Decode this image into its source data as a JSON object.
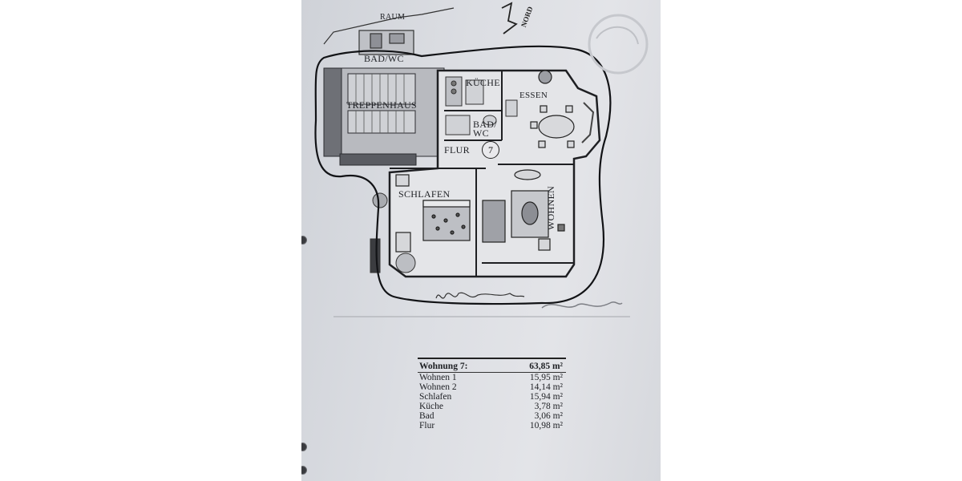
{
  "plan": {
    "rooms": {
      "bad_wc_top": "BAD/WC",
      "treppenhaus": "TREPPENHAUS",
      "kueche": "KÜCHE",
      "essen": "ESSEN",
      "bad_wc": "BAD/ WC",
      "flur": "FLUR",
      "schlafen": "SCHLAFEN",
      "wohnen": "WOHNEN"
    },
    "unit_number": "7",
    "north_label": "NORD",
    "partial_room_top": "RAUM"
  },
  "table": {
    "header_label": "Wohnung 7:",
    "header_area": "63,85 m²",
    "rows": [
      {
        "name": "Wohnen 1",
        "area": "15,95 m²"
      },
      {
        "name": "Wohnen 2",
        "area": "14,14 m²"
      },
      {
        "name": "Schlafen",
        "area": "15,94 m²"
      },
      {
        "name": "Küche",
        "area": "3,78 m²"
      },
      {
        "name": "Bad",
        "area": "3,06 m²"
      },
      {
        "name": "Flur",
        "area": "10,98 m²"
      }
    ]
  }
}
